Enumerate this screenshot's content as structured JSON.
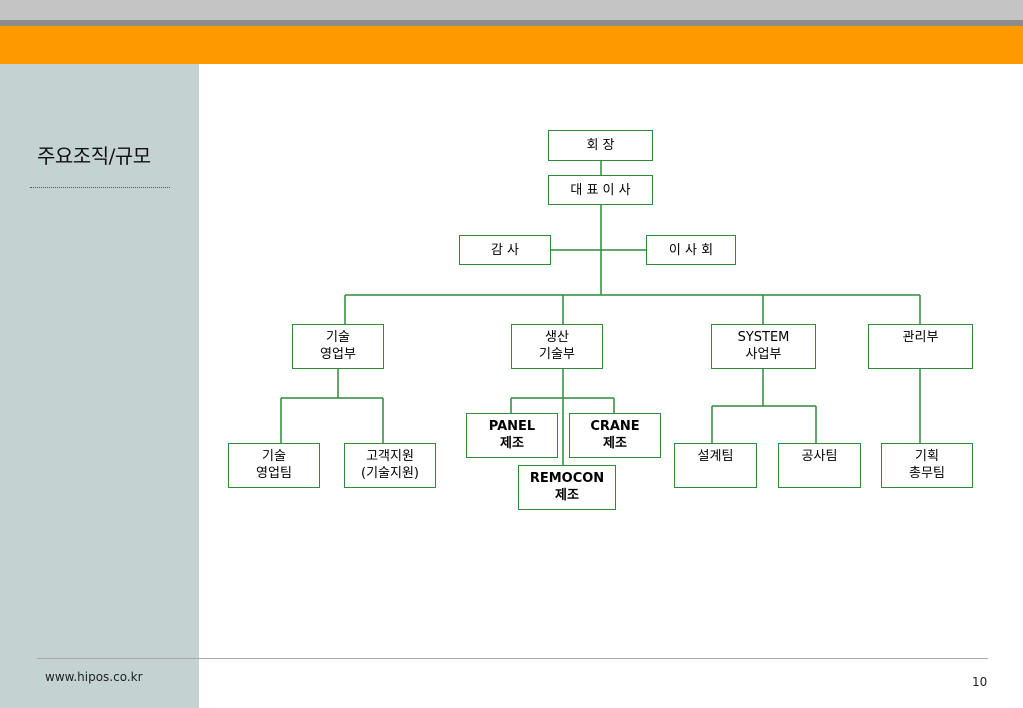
{
  "header": {
    "section_title": "주요조직/규모"
  },
  "org_chart": {
    "chairman": "회      장",
    "ceo": "대 표 이 사",
    "auditor": "감 사",
    "board": "이 사 회",
    "divisions": {
      "tech_sales": "기술\n영업부",
      "production_tech": "생산\n기술부",
      "system_business": "SYSTEM\n사업부",
      "management": "관리부"
    },
    "teams": {
      "tech_sales_team": "기술\n영업팀",
      "customer_support": "고객지원\n(기술지원)",
      "panel_mfg": "PANEL\n제조",
      "crane_mfg": "CRANE\n제조",
      "remocon_mfg": "REMOCON\n제조",
      "design_team": "설계팀",
      "construction_team": "공사팀",
      "planning_general": "기획\n총무팀"
    }
  },
  "footer": {
    "url": "www.hipos.co.kr",
    "page_number": "10"
  }
}
